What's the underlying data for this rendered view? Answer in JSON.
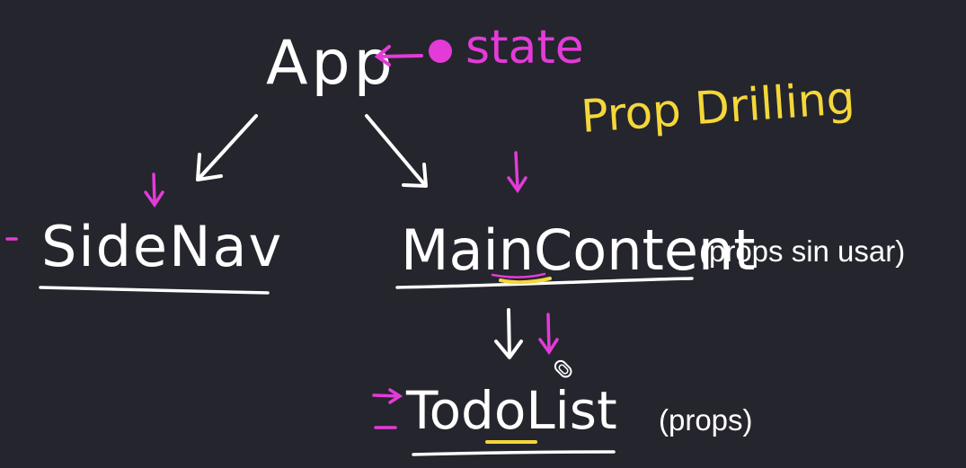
{
  "nodes": {
    "app": "App",
    "state": "state",
    "sidenav": "SideNav",
    "maincontent": "MainContent",
    "todolist": "TodoList"
  },
  "annotations": {
    "prop_drilling": "Prop Drilling",
    "props_unused": "(props sin usar)",
    "props": "(props)"
  },
  "colors": {
    "background": "#25252d",
    "ink": "#ffffff",
    "magenta": "#e33bd8",
    "yellow": "#f4d73a"
  },
  "icons": {
    "cursor": "paperclip-icon"
  }
}
